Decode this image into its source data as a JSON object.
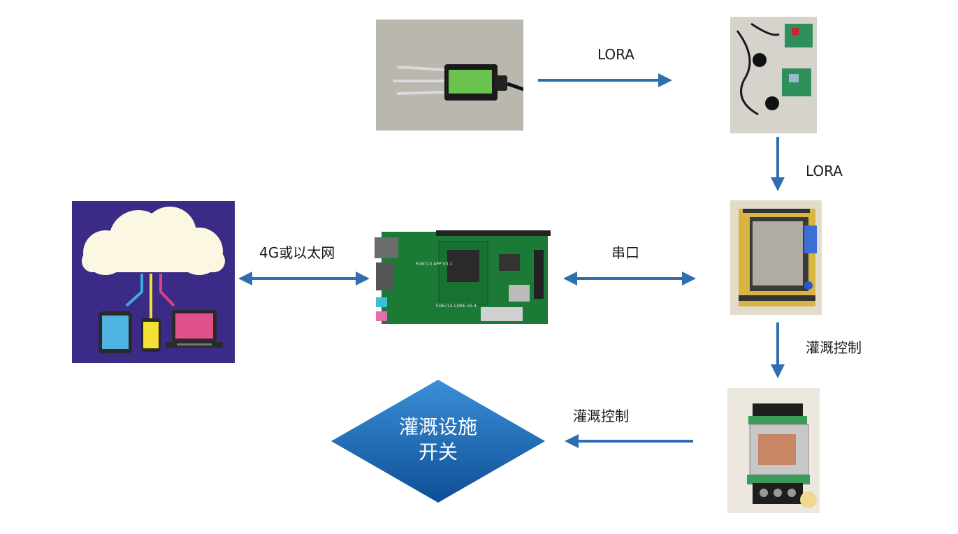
{
  "links": {
    "sensor_to_gateway": "LORA",
    "gateway_to_controller": "LORA",
    "board_to_cloud": "4G或以太网",
    "controller_to_board": "串口",
    "controller_to_relay": "灌溉控制",
    "relay_to_switch": "灌溉控制"
  },
  "switch_node": {
    "line1": "灌溉设施",
    "line2": "开关"
  },
  "board": {
    "app_silk": "FD6713 APP V3.1",
    "core_silk": "FD6713 CORE V2.4"
  },
  "colors": {
    "arrow": "#2f6fb0",
    "cloud_panel": "#3b2b86",
    "diamond_top": "#3a8fd6",
    "diamond_bottom": "#0e4f96",
    "pcb_green": "#1c7a37"
  },
  "icons": [
    "soil-sensor-photo",
    "lora-modules-photo",
    "cloud-devices-icon",
    "dev-board-photo",
    "lcd-controller-photo",
    "relay-photo"
  ]
}
